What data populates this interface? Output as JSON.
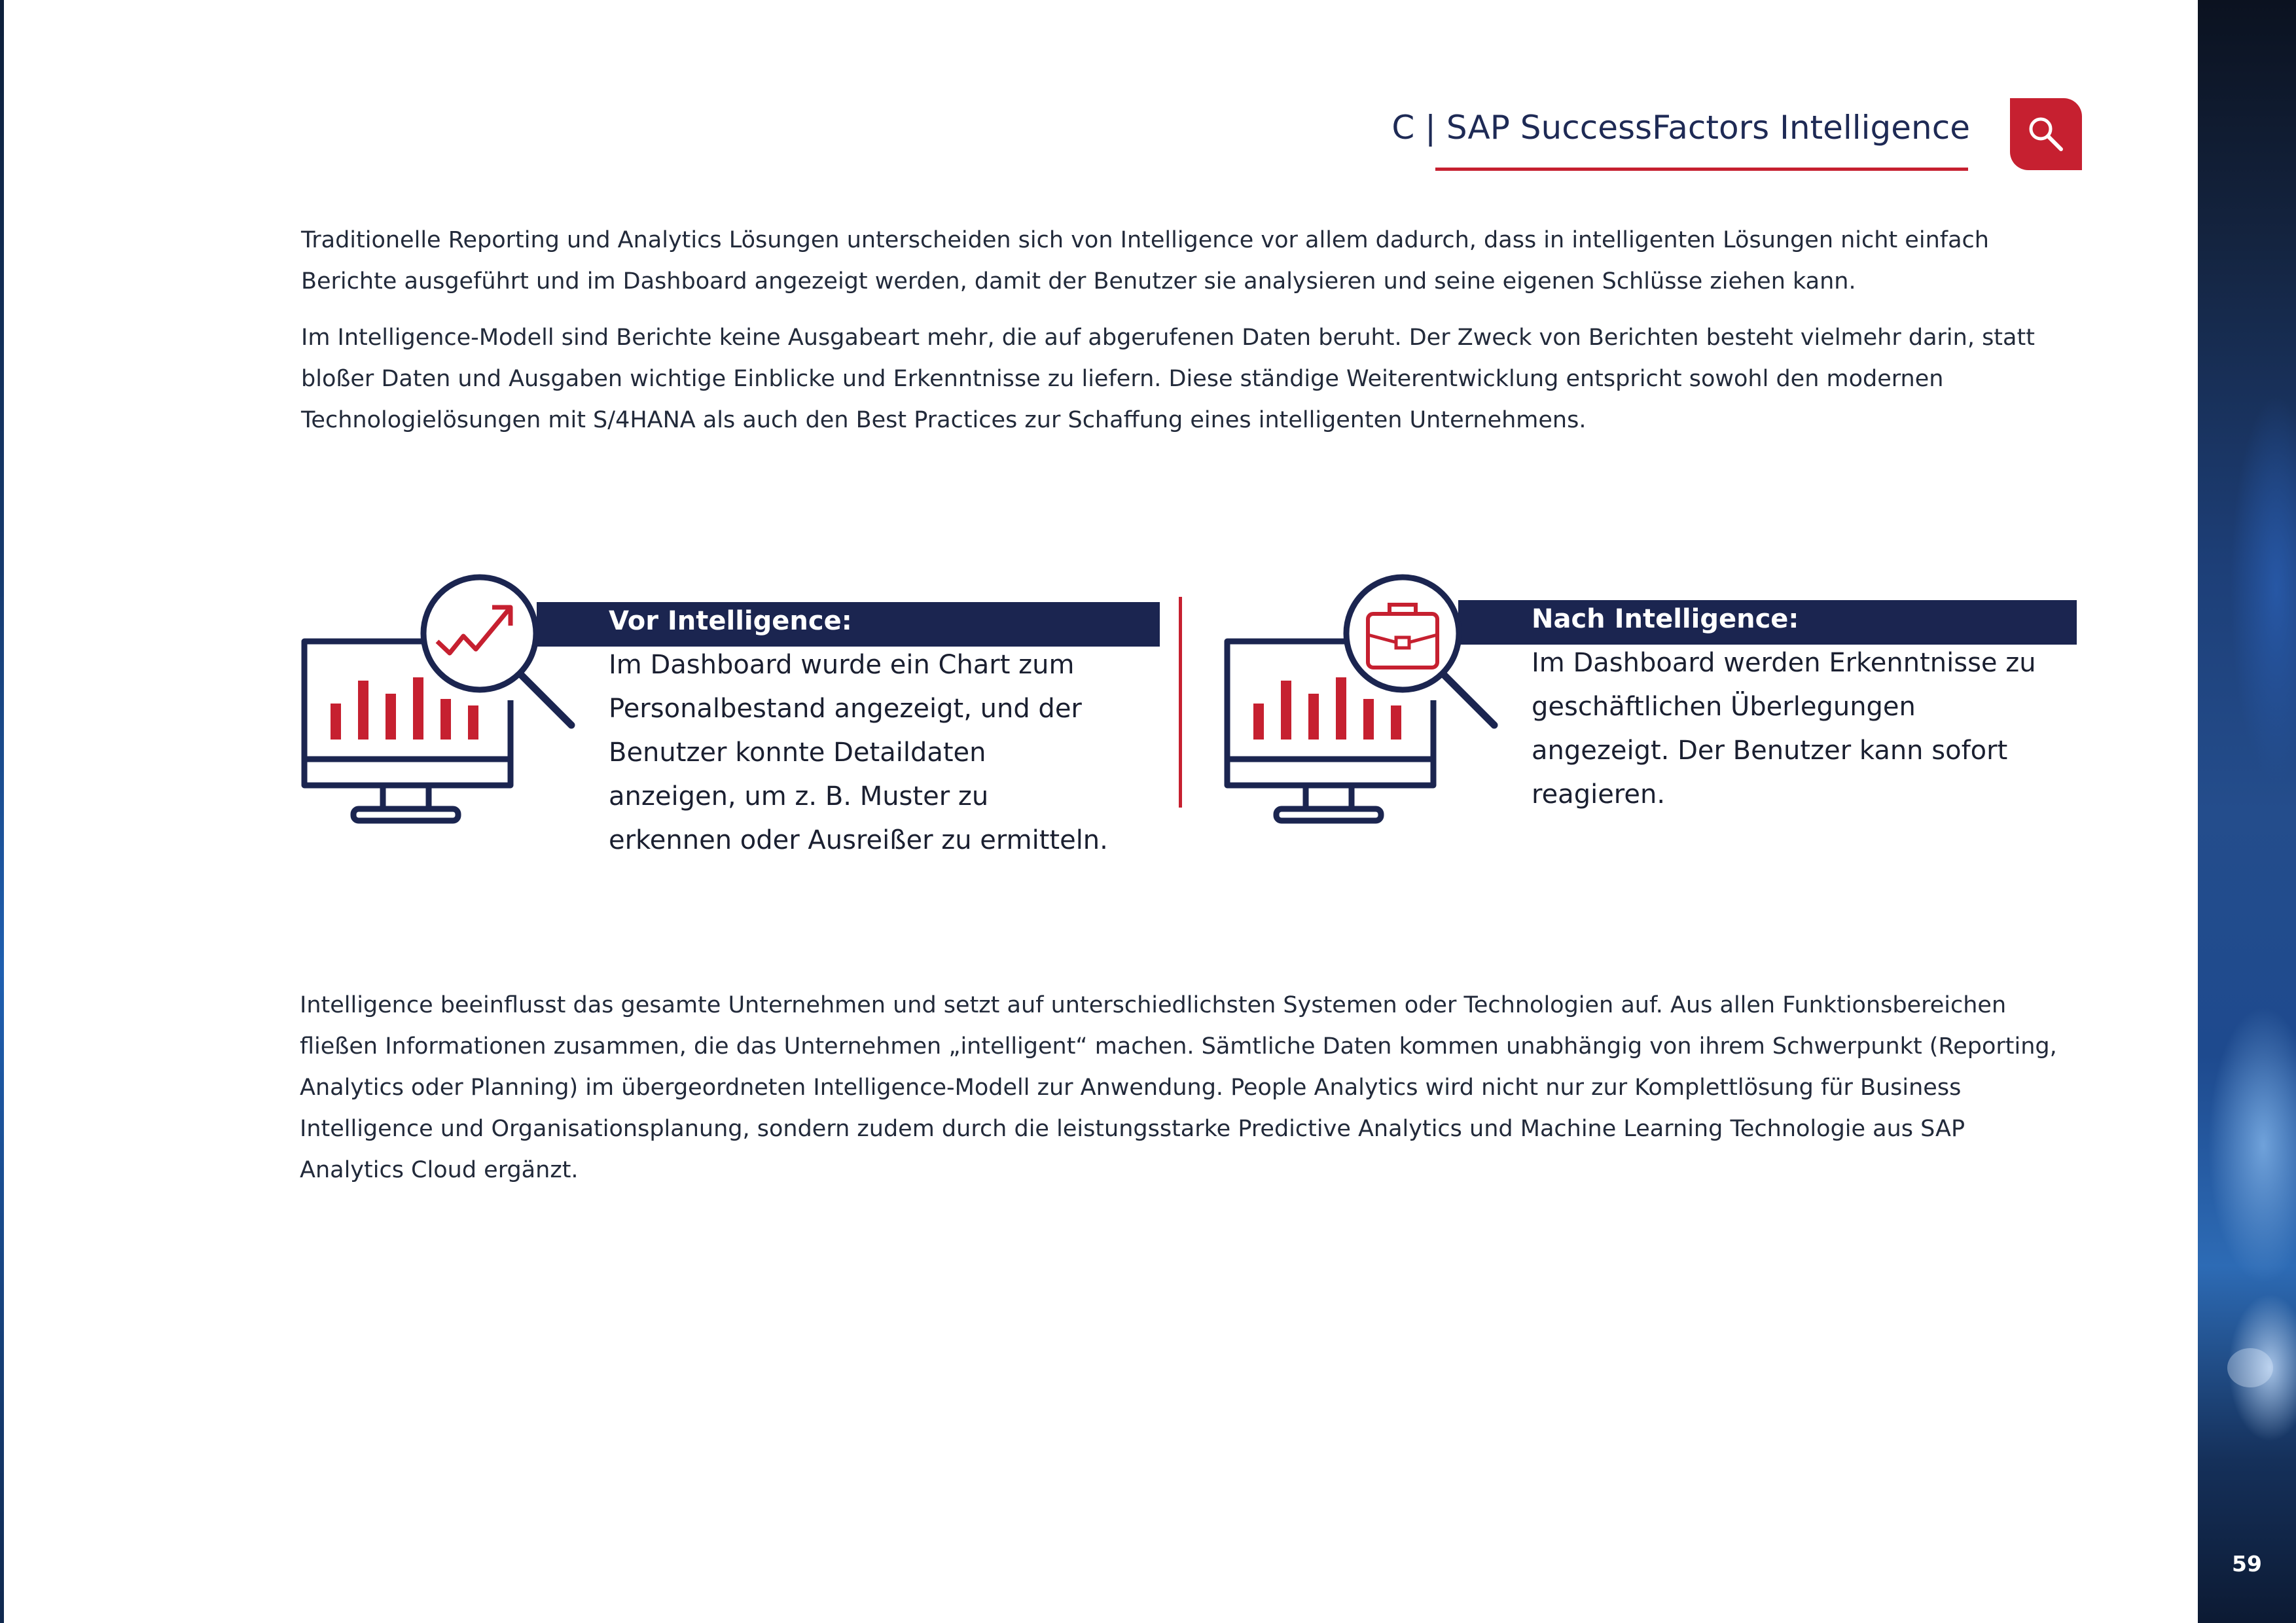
{
  "header": {
    "title": "C | SAP SuccessFactors Intelligence",
    "accent_color": "#c62030",
    "navy_color": "#1b2550",
    "icon": "search-icon"
  },
  "intro": {
    "paragraph1": "Traditionelle Reporting und Analytics Lösungen unterscheiden sich von Intelligence vor allem dadurch, dass in intelligenten Lösungen nicht einfach Berichte ausgeführt und im Dashboard angezeigt werden, damit der Benutzer sie analysieren und seine eigenen Schlüsse ziehen kann.",
    "paragraph2": "Im Intelligence-Modell sind Berichte keine Ausgabeart mehr, die auf abgerufenen Daten beruht. Der Zweck von Berichten besteht vielmehr darin, statt bloßer Daten und Ausgaben wichtige Einblicke und Erkenntnisse zu liefern. Diese ständige Weiterentwicklung entspricht sowohl den modernen Technologielösungen mit S/4HANA als auch den Best Practices zur Schaffung eines intelligenten Unternehmens."
  },
  "comparison": {
    "before": {
      "label": "Vor Intelligence:",
      "text": "Im Dashboard wurde ein Chart zum Personalbestand angezeigt, und der Benutzer konnte Detaildaten anzeigen, um z. B. Muster zu erkennen oder Ausreißer zu ermitteln.",
      "icon": "monitor-trend-magnifier-icon"
    },
    "after": {
      "label": "Nach Intelligence:",
      "text": " Im Dashboard werden Erkenntnisse zu geschäftlichen Überlegungen angezeigt. Der Benutzer kann sofort reagieren.",
      "icon": "monitor-briefcase-magnifier-icon"
    }
  },
  "outro": {
    "paragraph": "Intelligence beeinflusst das gesamte Unternehmen und setzt auf unterschiedlichsten Systemen oder Technologien auf. Aus allen Funktionsbereichen fließen Informationen zusammen, die das Unternehmen „intelligent“ machen. Sämtliche Daten kommen unabhängig von ihrem Schwerpunkt (Reporting, Analytics oder Planning) im übergeordneten Intelligence-Modell zur Anwendung. People Analytics wird nicht nur zur Komplettlösung für Business Intelligence und Organisationsplanung, sondern zudem durch die leistungsstarke Predictive Analytics und Machine Learning Technologie aus SAP Analytics Cloud ergänzt."
  },
  "page_number": "59"
}
